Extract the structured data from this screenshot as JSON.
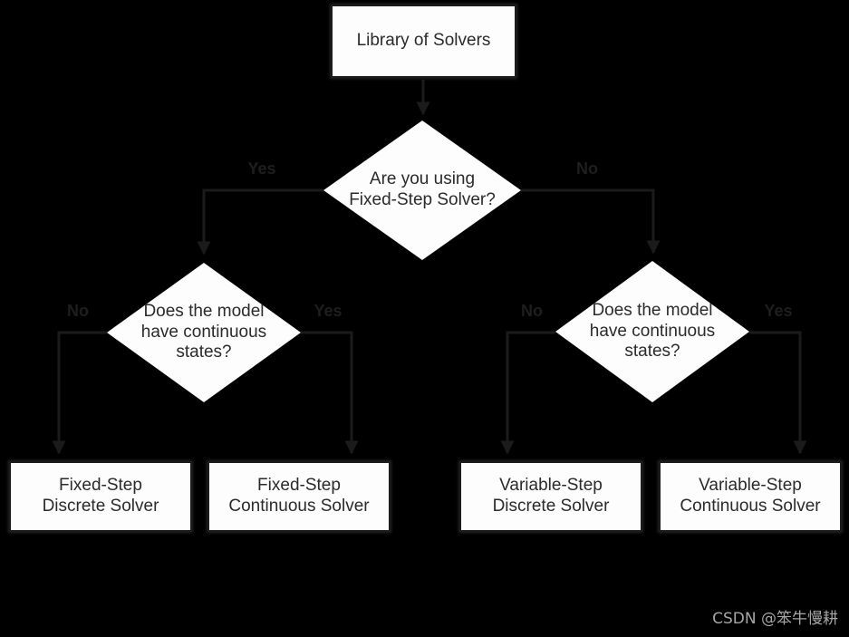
{
  "diagram": {
    "nodes": {
      "root": {
        "label": "Library of Solvers"
      },
      "decision1": {
        "label": "Are you using\nFixed-Step Solver?"
      },
      "decision2": {
        "label": "Does the model\nhave continuous\nstates?"
      },
      "decision3": {
        "label": "Does the model\nhave continuous\nstates?"
      },
      "result1": {
        "label": "Fixed-Step\nDiscrete Solver"
      },
      "result2": {
        "label": "Fixed-Step\nContinuous Solver"
      },
      "result3": {
        "label": "Variable-Step\nDiscrete Solver"
      },
      "result4": {
        "label": "Variable-Step\nContinuous Solver"
      }
    },
    "edge_labels": {
      "d1_yes": "Yes",
      "d1_no": "No",
      "d2_no": "No",
      "d2_yes": "Yes",
      "d3_no": "No",
      "d3_yes": "Yes"
    }
  },
  "watermark": "CSDN @笨牛慢耕",
  "colors": {
    "background": "#000000",
    "node_fill": "#fdfdfd",
    "node_text": "#2b2b2b",
    "line": "#1b1b1b",
    "edge_label": "#1e1e1e",
    "watermark": "#a6a6a6"
  }
}
